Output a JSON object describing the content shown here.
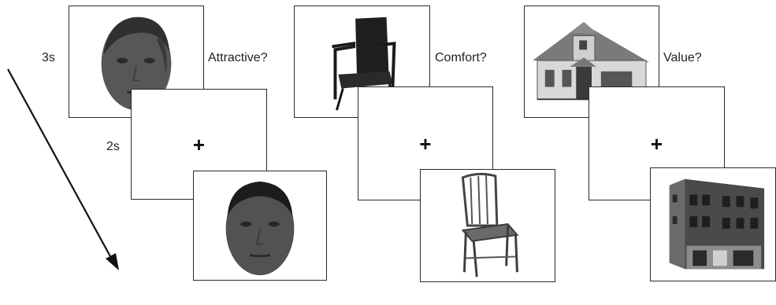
{
  "labels": {
    "stim_duration": "3s",
    "fix_duration": "2s",
    "fixation": "+",
    "questions": {
      "faces": "Attractive?",
      "chairs": "Comfort?",
      "houses": "Value?"
    }
  },
  "stimuli": {
    "faces": [
      "female-face-photo",
      "male-face-photo"
    ],
    "chairs": [
      "office-chair-photo",
      "wooden-chair-photo"
    ],
    "houses": [
      "house-photo",
      "brick-building-photo"
    ]
  },
  "colors": {
    "frame_border": "#2a2a2a",
    "text": "#222222",
    "background": "#ffffff"
  }
}
